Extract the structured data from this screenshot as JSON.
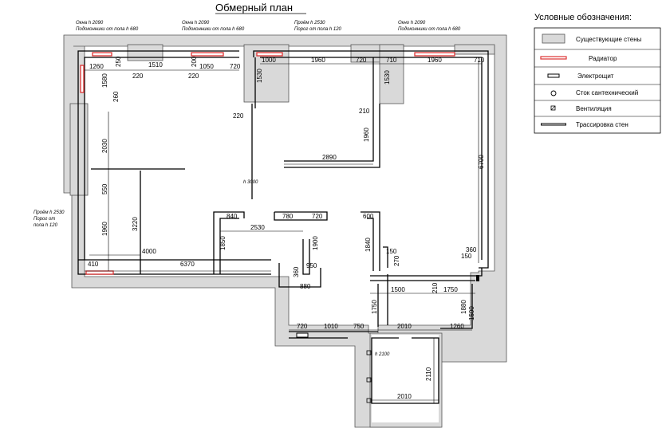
{
  "title": "Обмерный план",
  "notes": {
    "win1_a": "Окна h 2090",
    "win1_b": "Подоконники от пола h 680",
    "win2_a": "Окна h 2090",
    "win2_b": "Подоконники от пола h 680",
    "pass1_a": "Проём h 2530",
    "pass1_b": "Порог от пола h 120",
    "win3_a": "Окно h 2090",
    "win3_b": "Подоконники от пола h 680",
    "pass2_a": "Проём h 2530",
    "pass2_b": "Порог от",
    "pass2_c": "пола h 120",
    "ceiling": "h 3000",
    "ceiling2": "h 2100"
  },
  "dims": {
    "d1260a": "1260",
    "d250": "250",
    "d1510": "1510",
    "d200": "200",
    "d1050": "1050",
    "d720a": "720",
    "d1000": "1000",
    "d1960a": "1960",
    "d720b": "720",
    "d710a": "710",
    "d1960b": "1960",
    "d710b": "710",
    "d220a": "220",
    "d220b": "220",
    "d1580": "1580",
    "d1530a": "1530",
    "d1530b": "1530",
    "d260": "260",
    "d220c": "220",
    "d210a": "210",
    "d1960c": "1960",
    "d2030": "2030",
    "d2890": "2890",
    "d6700": "6700",
    "d550": "550",
    "d3220": "3220",
    "d1960d": "1960",
    "d840": "840",
    "d780": "780",
    "d720c": "720",
    "d600": "600",
    "d2530": "2530",
    "d1850": "1850",
    "d1900": "1900",
    "d1840": "1840",
    "d4000": "4000",
    "d410": "410",
    "d6370": "6370",
    "d150a": "150",
    "d270": "270",
    "d360": "360",
    "d150b": "150",
    "d360b": "360",
    "d950": "950",
    "d880": "880",
    "d1500a": "1500",
    "d210b": "210",
    "d1750a": "1750",
    "d1750b": "1750",
    "d1880": "1880",
    "d1500b": "1500",
    "d720d": "720",
    "d1010": "1010",
    "d750": "750",
    "d2010a": "2010",
    "d1260b": "1260",
    "d2110": "2110",
    "d2010b": "2010"
  },
  "legend": {
    "heading": "Условные обозначения:",
    "items": [
      {
        "label": "Существующие стены",
        "icon": "gray-wall-swatch"
      },
      {
        "label": "Радиатор",
        "icon": "radiator-symbol"
      },
      {
        "label": "Электрощит",
        "icon": "electrical-panel-symbol"
      },
      {
        "label": "Сток сантехнический",
        "icon": "drain-circle-symbol"
      },
      {
        "label": "Вентиляция",
        "icon": "ventilation-symbol"
      },
      {
        "label": "Трассировка стен",
        "icon": "wall-trace-symbol"
      }
    ]
  },
  "colors": {
    "wall": "#d9d9d9",
    "radiator": "#dd3333"
  }
}
